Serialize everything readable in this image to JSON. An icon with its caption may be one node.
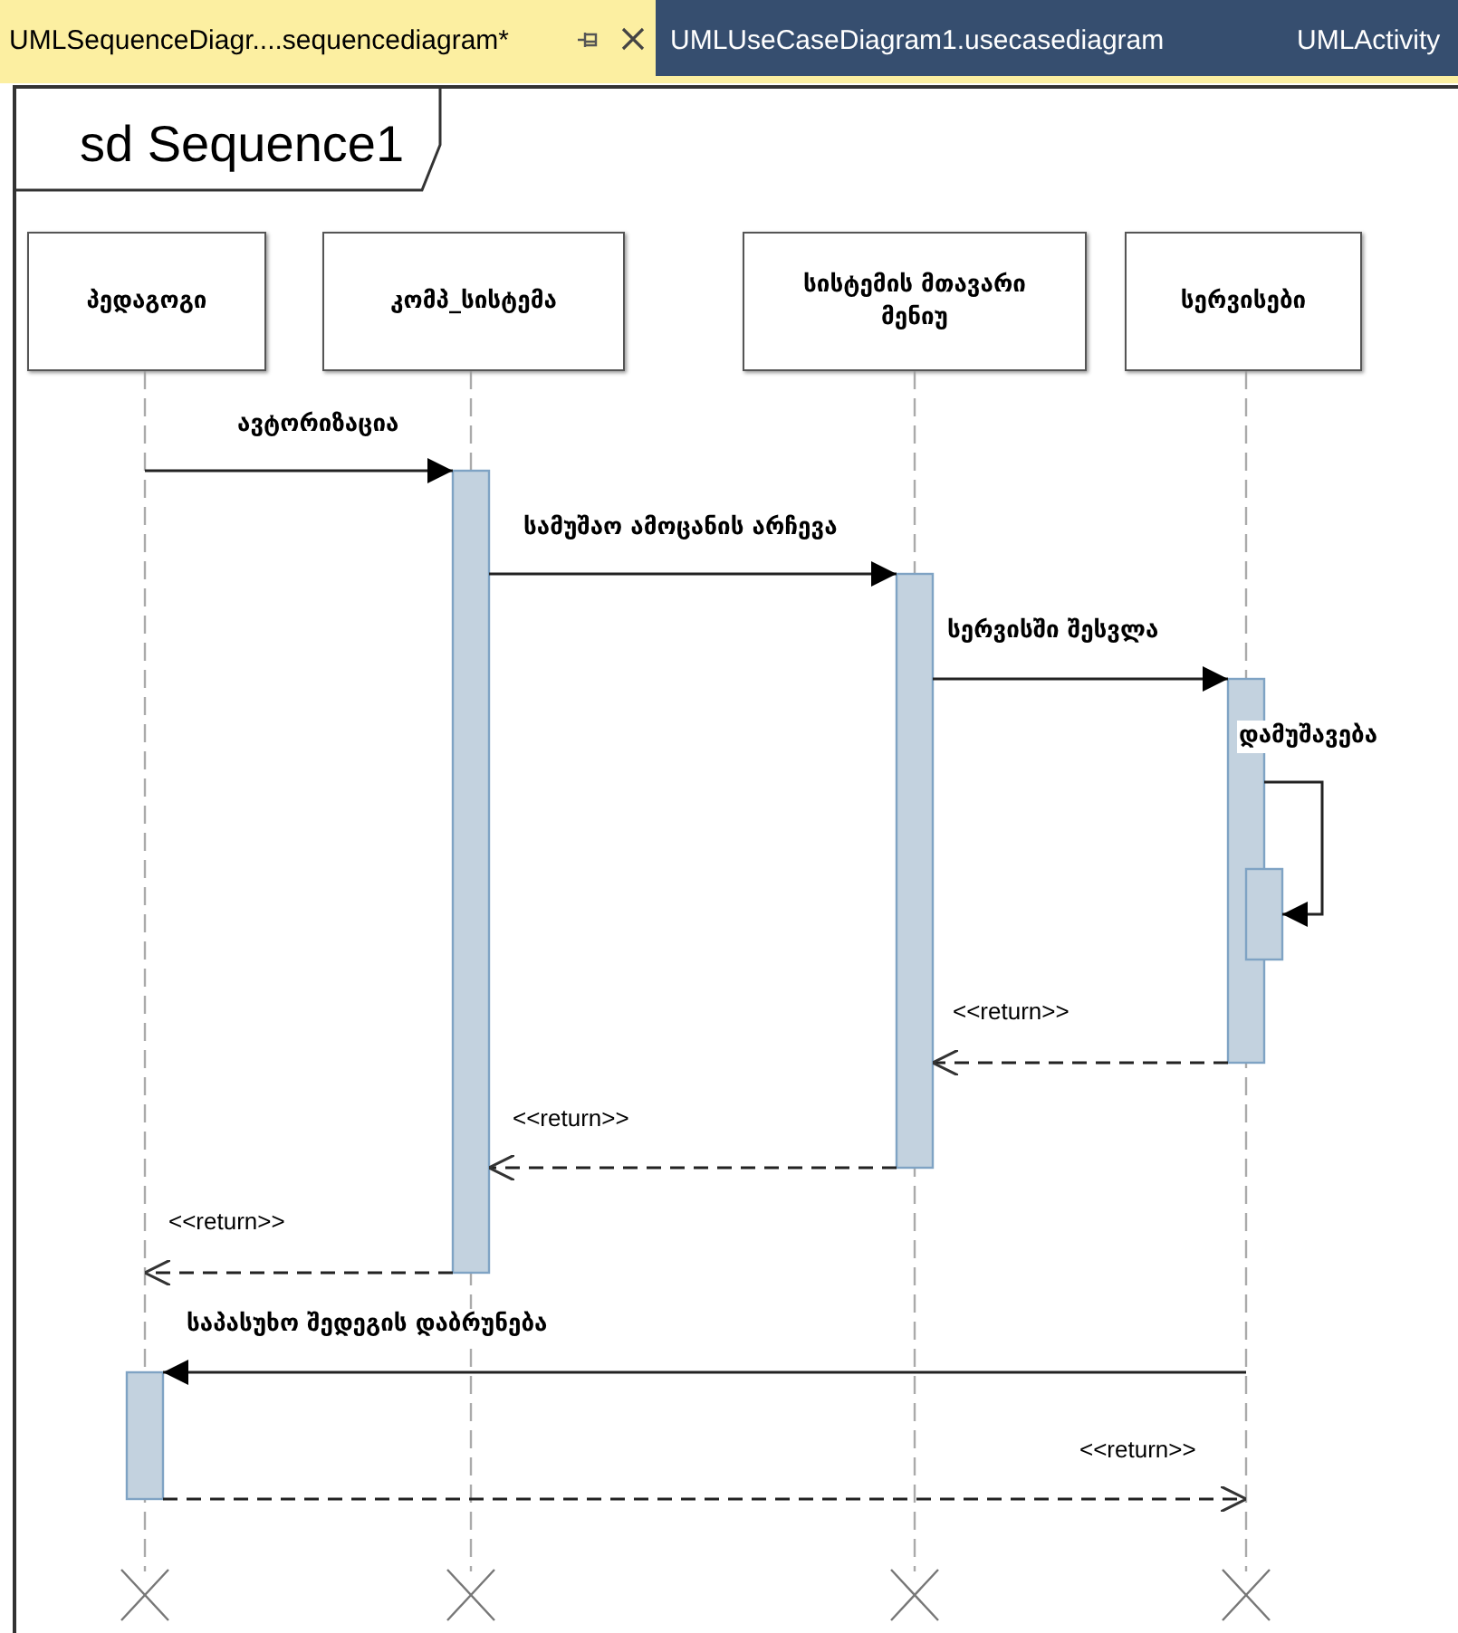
{
  "diagram": {
    "title": "sd Sequence1",
    "nodes": [
      {
        "text": [
          "პედაგოგი"
        ]
      },
      {
        "text": [
          "კომპ_სისტემა"
        ]
      },
      {
        "text": [
          "სისტემის მთავარი მენიუ"
        ]
      },
      {
        "text": [
          "სერვისები"
        ]
      },
      {
        "text": [],
        "shape": "bar"
      },
      {
        "text": [],
        "shape": "bar"
      },
      {
        "text": [],
        "shape": "bar"
      },
      {
        "text": [],
        "shape": "bar"
      },
      {
        "text": [],
        "shape": "bar"
      }
    ],
    "edges": [
      {
        "from": null,
        "to": 4,
        "arrow": "to",
        "label": "ავტორიზაცია"
      },
      {
        "from": 4,
        "to": 5,
        "arrow": "to",
        "label": "სამუშაო ამოცანის არჩევა"
      },
      {
        "from": 5,
        "to": 6,
        "arrow": "to",
        "label": "სერვისში შესვლა"
      },
      {
        "from": 6,
        "to": 7,
        "arrow": "to",
        "label": "დამუშავება"
      },
      {
        "from": 6,
        "to": 5,
        "arrow": "to",
        "label": "<<return>>",
        "style": "dashed"
      },
      {
        "from": 5,
        "to": 4,
        "arrow": "to",
        "label": "<<return>>",
        "style": "dashed"
      },
      {
        "from": 4,
        "to": null,
        "arrow": "to",
        "label": "<<return>>",
        "style": "dashed"
      },
      {
        "from": null,
        "to": 8,
        "arrow": "to",
        "label": "საპასუხო შედეგის დაბრუნება"
      },
      {
        "from": 8,
        "to": null,
        "arrow": "to",
        "label": "<<return>>",
        "style": "dashed"
      }
    ],
    "labels": [
      "UMLSequenceDiagr....sequencediagram*",
      "UMLUseCaseDiagram1.usecasediagram",
      "UMLActivity"
    ]
  }
}
